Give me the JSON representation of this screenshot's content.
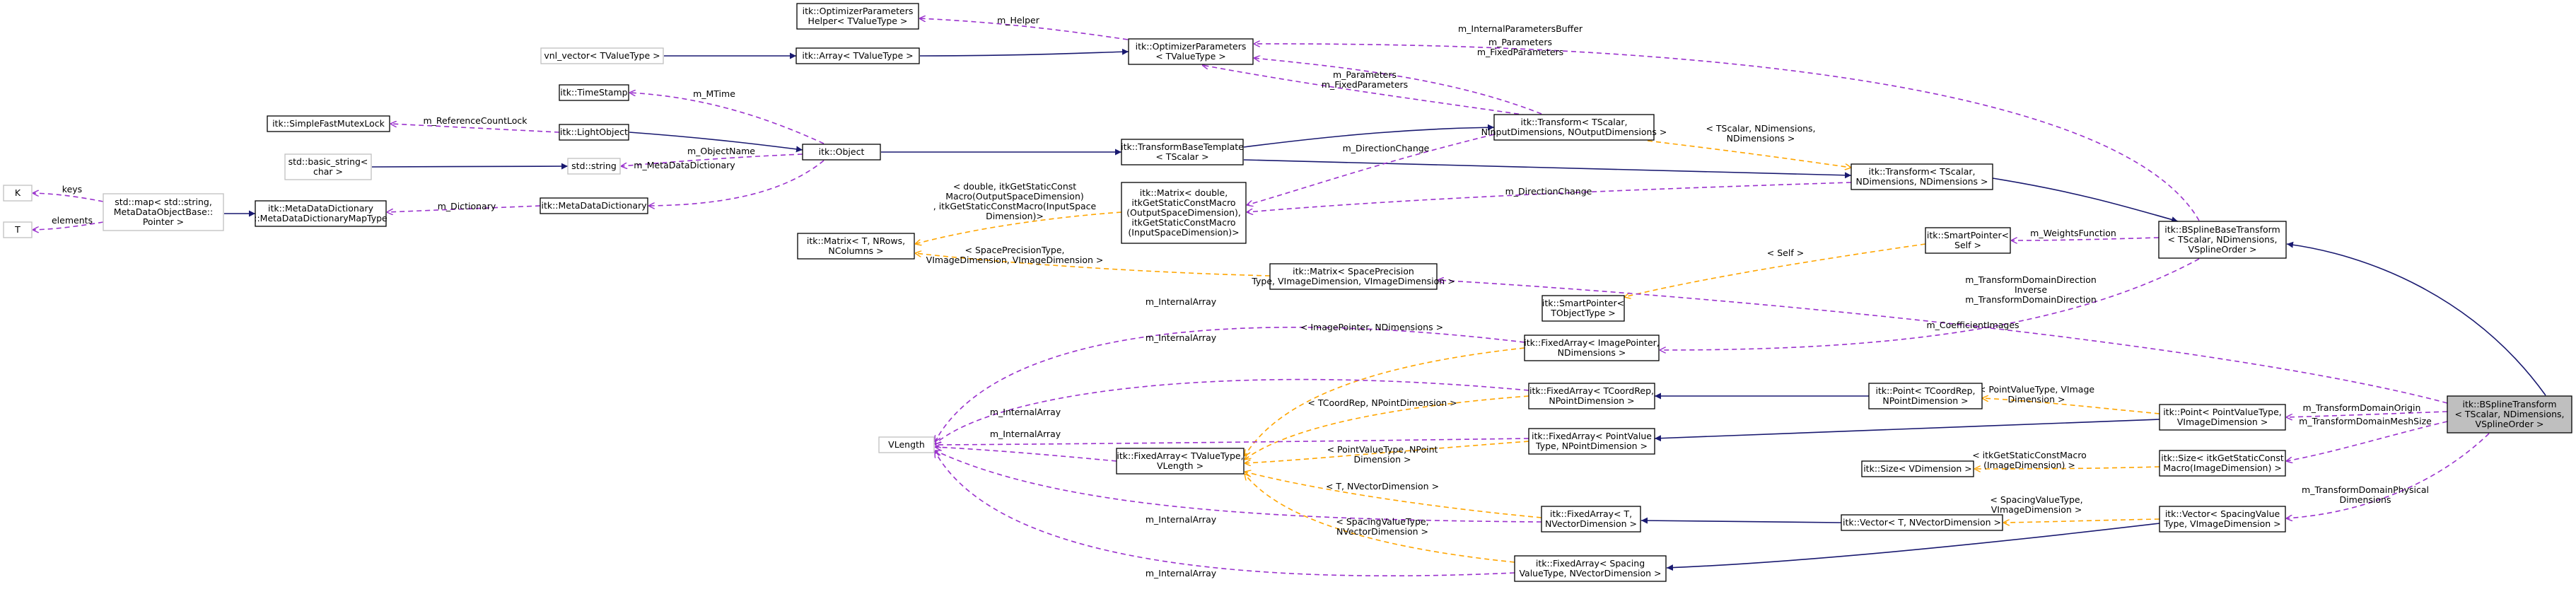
{
  "nodes": [
    {
      "id": "optHelper",
      "lines": [
        "itk::OptimizerParameters",
        "Helper< TValueType >"
      ],
      "style": "normal"
    },
    {
      "id": "optParams",
      "lines": [
        "itk::OptimizerParameters",
        "< TValueType >"
      ],
      "style": "normal"
    },
    {
      "id": "vnlVector",
      "lines": [
        "vnl_vector< TValueType >"
      ],
      "style": "gray"
    },
    {
      "id": "itkArray",
      "lines": [
        "itk::Array< TValueType >"
      ],
      "style": "normal"
    },
    {
      "id": "timeStamp",
      "lines": [
        "itk::TimeStamp"
      ],
      "style": "normal"
    },
    {
      "id": "mutexLock",
      "lines": [
        "itk::SimpleFastMutexLock"
      ],
      "style": "normal"
    },
    {
      "id": "lightObject",
      "lines": [
        "itk::LightObject"
      ],
      "style": "normal"
    },
    {
      "id": "itkObject",
      "lines": [
        "itk::Object"
      ],
      "style": "normal"
    },
    {
      "id": "basicString",
      "lines": [
        "std::basic_string<",
        "char >"
      ],
      "style": "gray"
    },
    {
      "id": "stdString",
      "lines": [
        "std::string"
      ],
      "style": "gray"
    },
    {
      "id": "nodeK",
      "lines": [
        "K"
      ],
      "style": "gray"
    },
    {
      "id": "nodeT",
      "lines": [
        "T"
      ],
      "style": "gray"
    },
    {
      "id": "stdMap",
      "lines": [
        "std::map< std::string,",
        "MetaDataObjectBase::",
        "Pointer >"
      ],
      "style": "gray"
    },
    {
      "id": "mapType",
      "lines": [
        "itk::MetaDataDictionary",
        "::MetaDataDictionaryMapType"
      ],
      "style": "normal"
    },
    {
      "id": "metaDict",
      "lines": [
        "itk::MetaDataDictionary"
      ],
      "style": "normal"
    },
    {
      "id": "tfBaseTpl",
      "lines": [
        "itk::TransformBaseTemplate",
        "< TScalar >"
      ],
      "style": "normal"
    },
    {
      "id": "transformIO",
      "lines": [
        "itk::Transform< TScalar,",
        "NInputDimensions, NOutputDimensions >"
      ],
      "style": "normal"
    },
    {
      "id": "transformND",
      "lines": [
        "itk::Transform< TScalar,",
        "NDimensions, NDimensions >"
      ],
      "style": "normal"
    },
    {
      "id": "matrixT",
      "lines": [
        "itk::Matrix< T, NRows,",
        "NColumns >"
      ],
      "style": "normal"
    },
    {
      "id": "matrixDouble",
      "lines": [
        "itk::Matrix< double,",
        "itkGetStaticConstMacro",
        "(OutputSpaceDimension),",
        "itkGetStaticConstMacro",
        "(InputSpaceDimension)>"
      ],
      "style": "normal"
    },
    {
      "id": "matrixSP",
      "lines": [
        "itk::Matrix< SpacePrecision",
        "Type, VImageDimension, VImageDimension >"
      ],
      "style": "normal"
    },
    {
      "id": "smartPtrT",
      "lines": [
        "itk::SmartPointer<",
        "TObjectType >"
      ],
      "style": "normal"
    },
    {
      "id": "smartPtrSelf",
      "lines": [
        "itk::SmartPointer<",
        "Self >"
      ],
      "style": "normal"
    },
    {
      "id": "bsplineBase",
      "lines": [
        "itk::BSplineBaseTransform",
        "< TScalar, NDimensions,",
        "VSplineOrder >"
      ],
      "style": "normal"
    },
    {
      "id": "faImagePtr",
      "lines": [
        "itk::FixedArray< ImagePointer,",
        "NDimensions >"
      ],
      "style": "normal"
    },
    {
      "id": "vlength",
      "lines": [
        "VLength"
      ],
      "style": "gray"
    },
    {
      "id": "faCoordRep",
      "lines": [
        "itk::FixedArray< TCoordRep,",
        "NPointDimension >"
      ],
      "style": "normal"
    },
    {
      "id": "pointCoordRep",
      "lines": [
        "itk::Point< TCoordRep,",
        "NPointDimension >"
      ],
      "style": "normal"
    },
    {
      "id": "faPointValue",
      "lines": [
        "itk::FixedArray< PointValue",
        "Type, NPointDimension >"
      ],
      "style": "normal"
    },
    {
      "id": "pointPV",
      "lines": [
        "itk::Point< PointValueType,",
        "VImageDimension >"
      ],
      "style": "normal"
    },
    {
      "id": "faTValue",
      "lines": [
        "itk::FixedArray< TValueType,",
        "VLength >"
      ],
      "style": "normal"
    },
    {
      "id": "sizeV",
      "lines": [
        "itk::Size< VDimension >"
      ],
      "style": "normal"
    },
    {
      "id": "sizeMacro",
      "lines": [
        "itk::Size< itkGetStaticConst",
        "Macro(ImageDimension) >"
      ],
      "style": "normal"
    },
    {
      "id": "faTN",
      "lines": [
        "itk::FixedArray< T,",
        "NVectorDimension >"
      ],
      "style": "normal"
    },
    {
      "id": "vectorTN",
      "lines": [
        "itk::Vector< T, NVectorDimension >"
      ],
      "style": "normal"
    },
    {
      "id": "vectorSV",
      "lines": [
        "itk::Vector< SpacingValue",
        "Type, VImageDimension >"
      ],
      "style": "normal"
    },
    {
      "id": "faSpacing",
      "lines": [
        "itk::FixedArray< Spacing",
        "ValueType, NVectorDimension >"
      ],
      "style": "normal"
    },
    {
      "id": "bsplineTransform",
      "lines": [
        "itk::BSplineTransform",
        "< TScalar, NDimensions,",
        "VSplineOrder >"
      ],
      "style": "focus"
    }
  ],
  "edge_labels": [
    {
      "id": "lbl-helper",
      "lines": [
        "m_Helper"
      ]
    },
    {
      "id": "lbl-internal-params-buffer",
      "lines": [
        "m_InternalParametersBuffer"
      ]
    },
    {
      "id": "lbl-params-fixed-top",
      "lines": [
        "m_Parameters",
        "m_FixedParameters"
      ]
    },
    {
      "id": "lbl-params-fixed-mid",
      "lines": [
        "m_Parameters",
        "m_FixedParameters"
      ]
    },
    {
      "id": "lbl-mtime",
      "lines": [
        "m_MTime"
      ]
    },
    {
      "id": "lbl-refcount-lock",
      "lines": [
        "m_ReferenceCountLock"
      ]
    },
    {
      "id": "lbl-object-name",
      "lines": [
        "m_ObjectName"
      ]
    },
    {
      "id": "lbl-metadata-dictionary",
      "lines": [
        "m_MetaDataDictionary"
      ]
    },
    {
      "id": "lbl-dictionary",
      "lines": [
        "m_Dictionary"
      ]
    },
    {
      "id": "lbl-keys",
      "lines": [
        "keys"
      ]
    },
    {
      "id": "lbl-elements",
      "lines": [
        "elements"
      ]
    },
    {
      "id": "lbl-direction-change-1",
      "lines": [
        "m_DirectionChange"
      ]
    },
    {
      "id": "lbl-direction-change-2",
      "lines": [
        "m_DirectionChange"
      ]
    },
    {
      "id": "lbl-tscalar-ndims",
      "lines": [
        "< TScalar, NDimensions,",
        "NDimensions >"
      ]
    },
    {
      "id": "lbl-double-macro",
      "lines": [
        "< double, itkGetStaticConst",
        "Macro(OutputSpaceDimension)",
        ", itkGetStaticConstMacro(InputSpace",
        "Dimension)>"
      ]
    },
    {
      "id": "lbl-space-precision",
      "lines": [
        "< SpacePrecisionType,",
        "VImageDimension, VImageDimension >"
      ]
    },
    {
      "id": "lbl-self",
      "lines": [
        "< Self >"
      ]
    },
    {
      "id": "lbl-weights-function",
      "lines": [
        "m_WeightsFunction"
      ]
    },
    {
      "id": "lbl-direction-inverse",
      "lines": [
        "m_TransformDomainDirection",
        "Inverse",
        "m_TransformDomainDirection"
      ]
    },
    {
      "id": "lbl-coefficient-images",
      "lines": [
        "m_CoefficientImages"
      ]
    },
    {
      "id": "lbl-internal-array-1",
      "lines": [
        "m_InternalArray"
      ]
    },
    {
      "id": "lbl-internal-array-2",
      "lines": [
        "m_InternalArray"
      ]
    },
    {
      "id": "lbl-internal-array-3",
      "lines": [
        "m_InternalArray"
      ]
    },
    {
      "id": "lbl-internal-array-4",
      "lines": [
        "m_InternalArray"
      ]
    },
    {
      "id": "lbl-internal-array-5",
      "lines": [
        "m_InternalArray"
      ]
    },
    {
      "id": "lbl-internal-array-6",
      "lines": [
        "m_InternalArray"
      ]
    },
    {
      "id": "lbl-image-pointer",
      "lines": [
        "< ImagePointer, NDimensions >"
      ]
    },
    {
      "id": "lbl-tcoordrep",
      "lines": [
        "< TCoordRep, NPointDimension >"
      ]
    },
    {
      "id": "lbl-point-value-npoint",
      "lines": [
        "< PointValueType, NPoint",
        "Dimension >"
      ]
    },
    {
      "id": "lbl-point-value-vimage",
      "lines": [
        "< PointValueType, VImage",
        "Dimension >"
      ]
    },
    {
      "id": "lbl-domain-origin",
      "lines": [
        "m_TransformDomainOrigin"
      ]
    },
    {
      "id": "lbl-domain-mesh-size",
      "lines": [
        "m_TransformDomainMeshSize"
      ]
    },
    {
      "id": "lbl-size-macro",
      "lines": [
        "< itkGetStaticConstMacro",
        "(ImageDimension) >"
      ]
    },
    {
      "id": "lbl-domain-physical",
      "lines": [
        "m_TransformDomainPhysical",
        "Dimensions"
      ]
    },
    {
      "id": "lbl-t-nvector",
      "lines": [
        "< T, NVectorDimension >"
      ]
    },
    {
      "id": "lbl-spacing-nvector",
      "lines": [
        "< SpacingValueType,",
        "NVectorDimension >"
      ]
    },
    {
      "id": "lbl-spacing-vimage",
      "lines": [
        "< SpacingValueType,",
        "VImageDimension >"
      ]
    }
  ],
  "colors": {
    "inheritance": "#191970",
    "usage": "#9a32cd",
    "template": "#ffa500",
    "focus_fill": "#bfbfbf",
    "gray_border": "#bfbfbf"
  }
}
